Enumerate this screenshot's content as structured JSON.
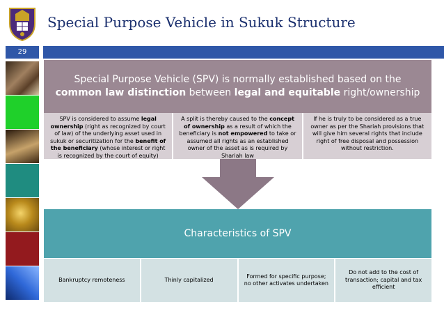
{
  "header": {
    "title": "Special Purpose Vehicle in Sukuk Structure",
    "slide_number": "29"
  },
  "top": {
    "head": {
      "t1": "Special Purpose Vehicle (SPV) is normally established based on the ",
      "b1": "common law distinction",
      "t2": " between ",
      "b2": "legal and equitable",
      "t3": " right/ownership"
    },
    "cells": [
      {
        "t1": "SPV is considered to assume ",
        "b1": "legal ownership",
        "t2": " (right as recognized by court of law) of the underlying asset used in sukuk or securitization for the ",
        "b2": "benefit of the beneficiary",
        "t3": " (whose interest or right is recognized by the court of equity)"
      },
      {
        "t1": "A split is thereby caused to the ",
        "b1": "concept of ownership",
        "t2": " as a result of which the beneficiary is ",
        "b2": "not empowered",
        "t3": " to take or assumed all rights as an established owner of the asset as is required by Shariah law"
      },
      {
        "text": "If he is truly to be considered as a true owner as per the Shariah provisions that will give him several rights that include right of free disposal and possession without restriction."
      }
    ]
  },
  "bottom": {
    "head": "Characteristics of SPV",
    "items": [
      "Bankruptcy remoteness",
      "Thinly capitalized",
      "Formed for specific purpose; no other activates undertaken",
      "Do not add to the cost of transaction; capital and tax efficient"
    ]
  },
  "colors": {
    "title": "#1a2f6e",
    "bar": "#2f57a8",
    "top_head": "#9b8893",
    "top_cell": "#d7cfd4",
    "arrow": "#8c7886",
    "bottom_head": "#4fa3ad",
    "bottom_cell": "#d3e1e3"
  }
}
